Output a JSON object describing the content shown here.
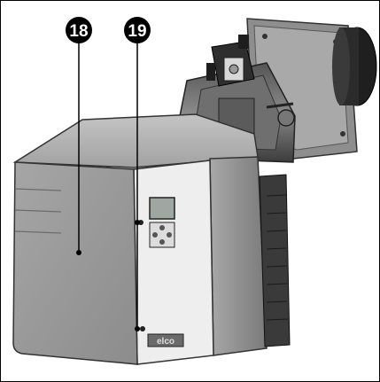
{
  "callouts": [
    {
      "label": "18"
    },
    {
      "label": "19"
    }
  ],
  "brand_logo": "elco",
  "colors": {
    "housing": "#8f8f8f",
    "front_panel": "#9a9a9a",
    "control_strip": "#efefef",
    "dark_parts": "#2a2a2a",
    "callout_fill": "#000000",
    "callout_text": "#ffffff"
  }
}
